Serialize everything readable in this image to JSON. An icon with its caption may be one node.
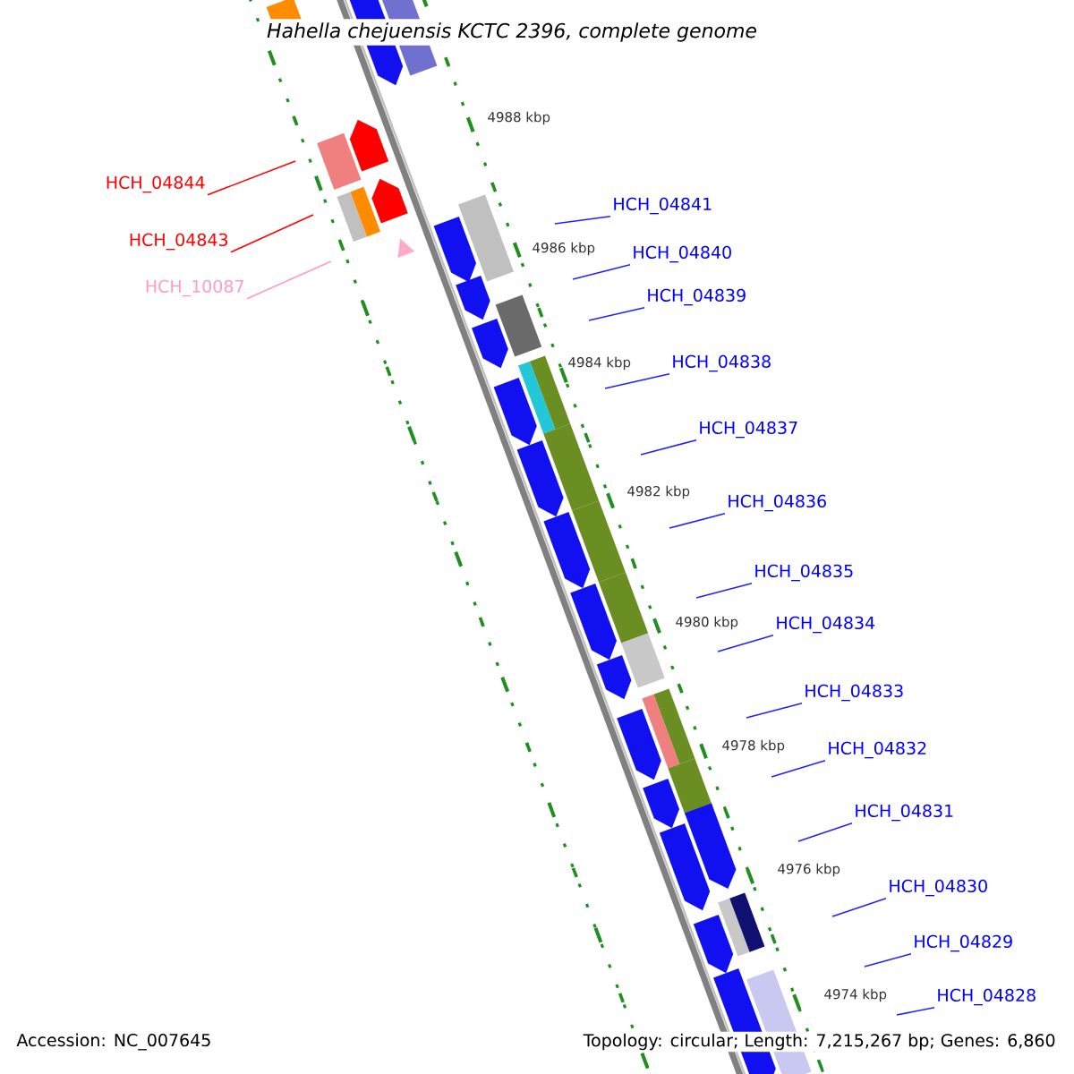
{
  "diagram": {
    "title": "Hahella chejuensis KCTC 2396, complete genome",
    "nodes": [
      {
        "text": [
          "HCH_04844"
        ]
      },
      {
        "text": [
          "HCH_04841"
        ]
      },
      {
        "text": [
          "HCH_04843"
        ]
      },
      {
        "text": [
          "HCH_04840"
        ]
      },
      {
        "text": [
          "HCH_10087"
        ]
      },
      {
        "text": [
          "HCH_04839"
        ]
      },
      {
        "text": [
          "HCH_04838"
        ]
      },
      {
        "text": [
          "HCH_04837"
        ]
      },
      {
        "text": [
          "HCH_04836"
        ]
      },
      {
        "text": [
          "HCH_04835"
        ]
      },
      {
        "text": [
          "HCH_04834"
        ]
      },
      {
        "text": [
          "HCH_04833"
        ]
      },
      {
        "text": [
          "HCH_04832"
        ]
      },
      {
        "text": [
          "HCH_04831"
        ]
      },
      {
        "text": [
          "HCH_04830"
        ]
      },
      {
        "text": [
          "HCH_04829"
        ]
      },
      {
        "text": [
          "HCH_04828"
        ]
      }
    ],
    "edges": [
      {
        "from": 0,
        "to": null,
        "arrow": "none",
        "color": "#ff0000"
      },
      {
        "from": 1,
        "to": null,
        "arrow": "none"
      },
      {
        "from": 2,
        "to": null,
        "arrow": "none",
        "color": "#ff0000"
      },
      {
        "from": 3,
        "to": null,
        "arrow": "none"
      },
      {
        "from": 4,
        "to": null,
        "arrow": "none",
        "color": "#ff99cc"
      },
      {
        "from": 5,
        "to": null,
        "arrow": "none"
      },
      {
        "from": 6,
        "to": null,
        "arrow": "none"
      },
      {
        "from": 7,
        "to": null,
        "arrow": "none"
      },
      {
        "from": 8,
        "to": null,
        "arrow": "none"
      },
      {
        "from": 9,
        "to": null,
        "arrow": "none"
      },
      {
        "from": 10,
        "to": null,
        "arrow": "none"
      },
      {
        "from": 11,
        "to": null,
        "arrow": "none"
      },
      {
        "from": 12,
        "to": null,
        "arrow": "none"
      },
      {
        "from": 13,
        "to": null,
        "arrow": "none"
      },
      {
        "from": 14,
        "to": null,
        "arrow": "none"
      },
      {
        "from": 15,
        "to": null,
        "arrow": "none"
      },
      {
        "from": 16,
        "to": null,
        "arrow": "none"
      }
    ],
    "labels": [
      "4988 kbp",
      "4986 kbp",
      "4984 kbp",
      "4982 kbp",
      "4980 kbp",
      "4978 kbp",
      "4976 kbp",
      "4974 kbp",
      "Accession: NC_007645",
      "Topology: circular; Length: 7,215,267 bp; Genes: 6,860"
    ]
  }
}
